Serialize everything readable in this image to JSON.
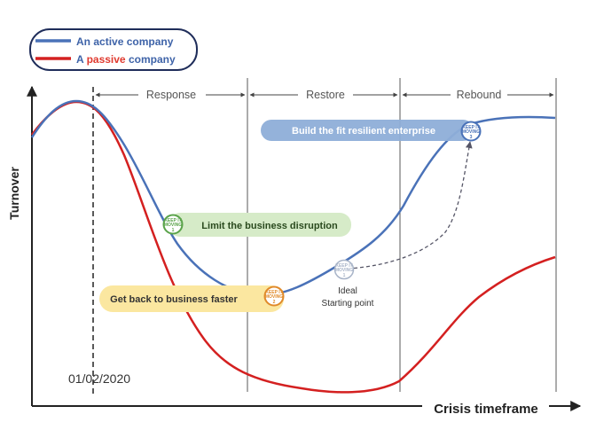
{
  "legend": {
    "active_prefix": "An ",
    "active_word": "active",
    "active_suffix": " company",
    "passive_prefix": "A ",
    "passive_word": "passive",
    "passive_suffix": " company"
  },
  "phases": [
    "Response",
    "Restore",
    "Rebound"
  ],
  "axes": {
    "y_label": "Turnover",
    "x_label": "Crisis timeframe"
  },
  "date_label": "01/02/2020",
  "callouts": {
    "disruption": "Limit the business disruption",
    "faster": "Get back to business faster",
    "resilient": "Build the fit resilient enterprise"
  },
  "ideal": {
    "line1": "Ideal",
    "line2": "Starting point"
  },
  "badges": {
    "line1": "KEEP IT",
    "line2": "MOVING",
    "n1": "1",
    "n2": "2",
    "n3": "3"
  },
  "colors": {
    "active": "#4a72b8",
    "passive": "#d42020",
    "passive_word": "#e03a2f",
    "legend_text": "#3e63a8",
    "green_callout": "#d6ebc8",
    "yellow_callout": "#fbe7a0",
    "blue_callout": "#8eaed8"
  }
}
